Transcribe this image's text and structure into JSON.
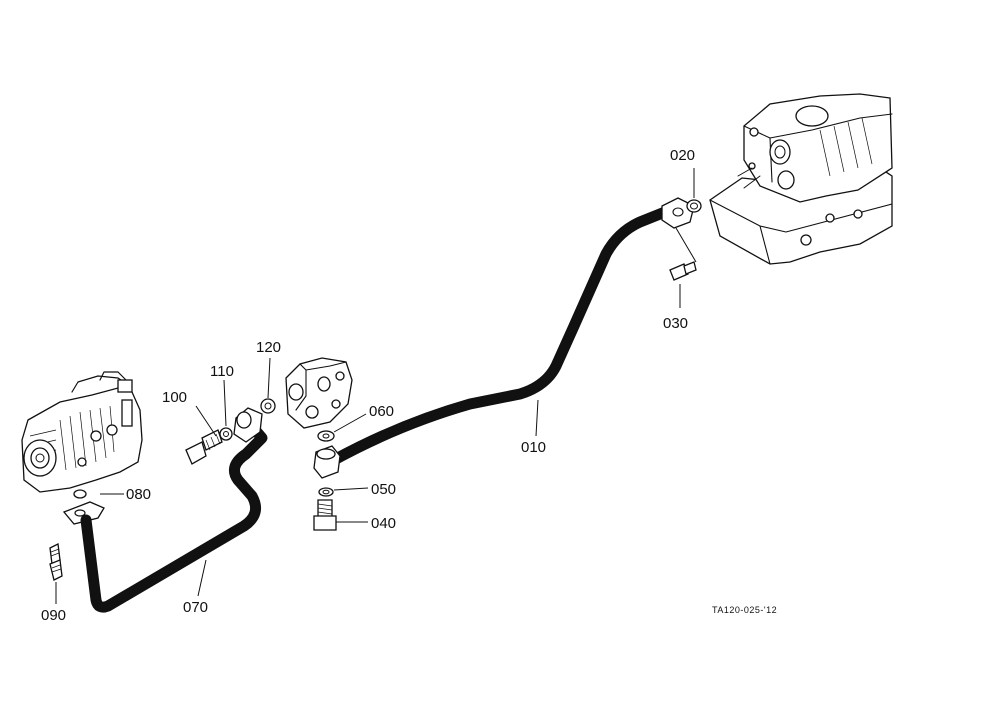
{
  "figure_code": "TA120-025-'12",
  "parts": [
    {
      "id": "p010",
      "number": "010"
    },
    {
      "id": "p020",
      "number": "020"
    },
    {
      "id": "p030",
      "number": "030"
    },
    {
      "id": "p040",
      "number": "040"
    },
    {
      "id": "p050",
      "number": "050"
    },
    {
      "id": "p060",
      "number": "060"
    },
    {
      "id": "p070",
      "number": "070"
    },
    {
      "id": "p080",
      "number": "080"
    },
    {
      "id": "p090",
      "number": "090"
    },
    {
      "id": "p100",
      "number": "100"
    },
    {
      "id": "p110",
      "number": "110"
    },
    {
      "id": "p120",
      "number": "120"
    }
  ]
}
